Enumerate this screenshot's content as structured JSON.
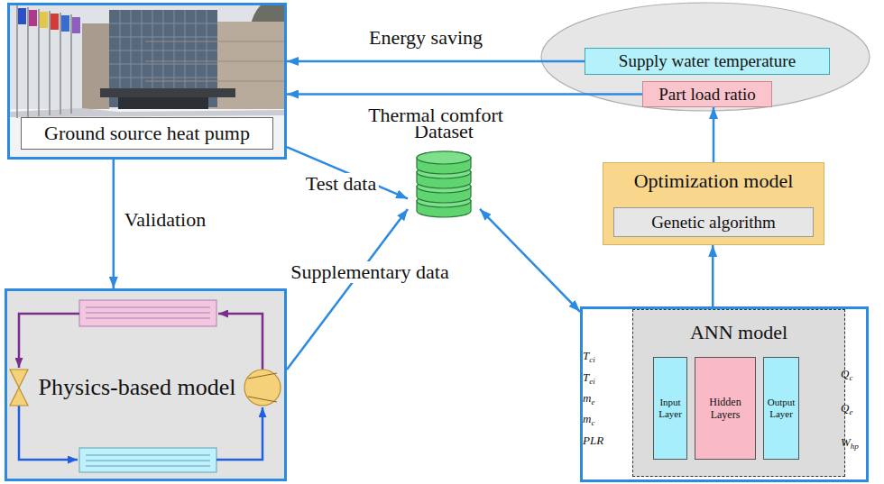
{
  "diagram": {
    "nodes": [
      {
        "text": [
          "Ground source heat pump"
        ]
      },
      {
        "text": [
          "Supply water temperature"
        ]
      },
      {
        "text": [
          "Part load ratio"
        ]
      },
      {
        "text": [
          "Dataset"
        ]
      },
      {
        "text": [
          "Optimization model"
        ]
      },
      {
        "text": [
          "Genetic algorithm"
        ],
        "in": 4
      },
      {
        "text": [
          "Physics-based model"
        ]
      },
      {
        "text": [
          "ANN model"
        ]
      },
      {
        "text": [
          "Input Layer"
        ],
        "in": 7
      },
      {
        "text": [
          "Hidden Layers"
        ],
        "in": 7
      },
      {
        "text": [
          "Output Layer"
        ],
        "in": 7
      }
    ],
    "edges": [
      {
        "from": 1,
        "to": 0,
        "label": "Energy saving",
        "arrow": "to"
      },
      {
        "from": 2,
        "to": 0,
        "label": "Thermal comfort",
        "arrow": "to"
      },
      {
        "from": 0,
        "to": 6,
        "label": "Validation",
        "arrow": "to"
      },
      {
        "from": 0,
        "to": 3,
        "label": "Test data",
        "arrow": "to"
      },
      {
        "from": 6,
        "to": 3,
        "label": "Supplementary data",
        "arrow": "to"
      },
      {
        "from": 3,
        "to": 7,
        "arrow": "both"
      },
      {
        "from": 7,
        "to": 4,
        "arrow": "to"
      },
      {
        "from": 4,
        "to": 2,
        "arrow": "to"
      }
    ],
    "labels": [
      "Tci",
      "Tei",
      "me",
      "mc",
      "PLR",
      "Qc",
      "Qe",
      "Whp"
    ]
  }
}
